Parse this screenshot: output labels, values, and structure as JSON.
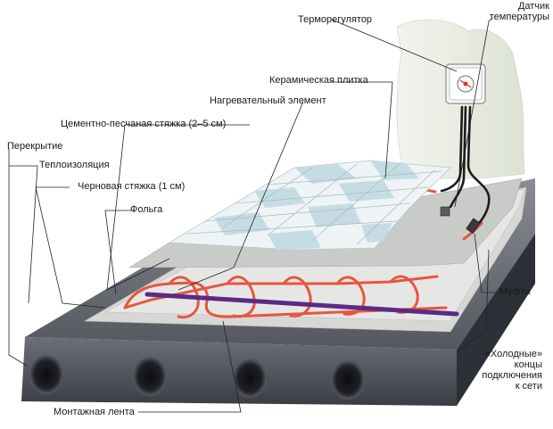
{
  "labels": {
    "thermostat": "Терморегулятор",
    "sensor_line1": "Датчик",
    "sensor_line2": "температуры",
    "ceramic_tile": "Керамическая плитка",
    "heating_element": "Нагревательный элемент",
    "cement_screed": "Цементно-песчаная стяжка (2–5 см)",
    "floor_slab": "Перекрытие",
    "insulation": "Теплоизоляция",
    "rough_screed": "Черновая стяжка (1 см)",
    "foil": "Фольга",
    "coupling": "Муфта",
    "cold_ends_line1": "«Холодные»",
    "cold_ends_line2": "концы",
    "cold_ends_line3": "подключения",
    "cold_ends_line4": "к сети",
    "mounting_tape": "Монтажная лента"
  },
  "colors": {
    "wall": "#e8ecdf",
    "tile_blue": "#c5dce5",
    "tile_white": "#eef4f6",
    "grout": "#b9c7cc",
    "screed": "#c9cbc9",
    "slab": "#6a6c74",
    "slab_dark": "#3d3f47",
    "heating_cable": "#e8553f",
    "mounting_tape": "#5b2a86",
    "cold_wire": "#1c1c1c",
    "foil": "#d9dada"
  }
}
